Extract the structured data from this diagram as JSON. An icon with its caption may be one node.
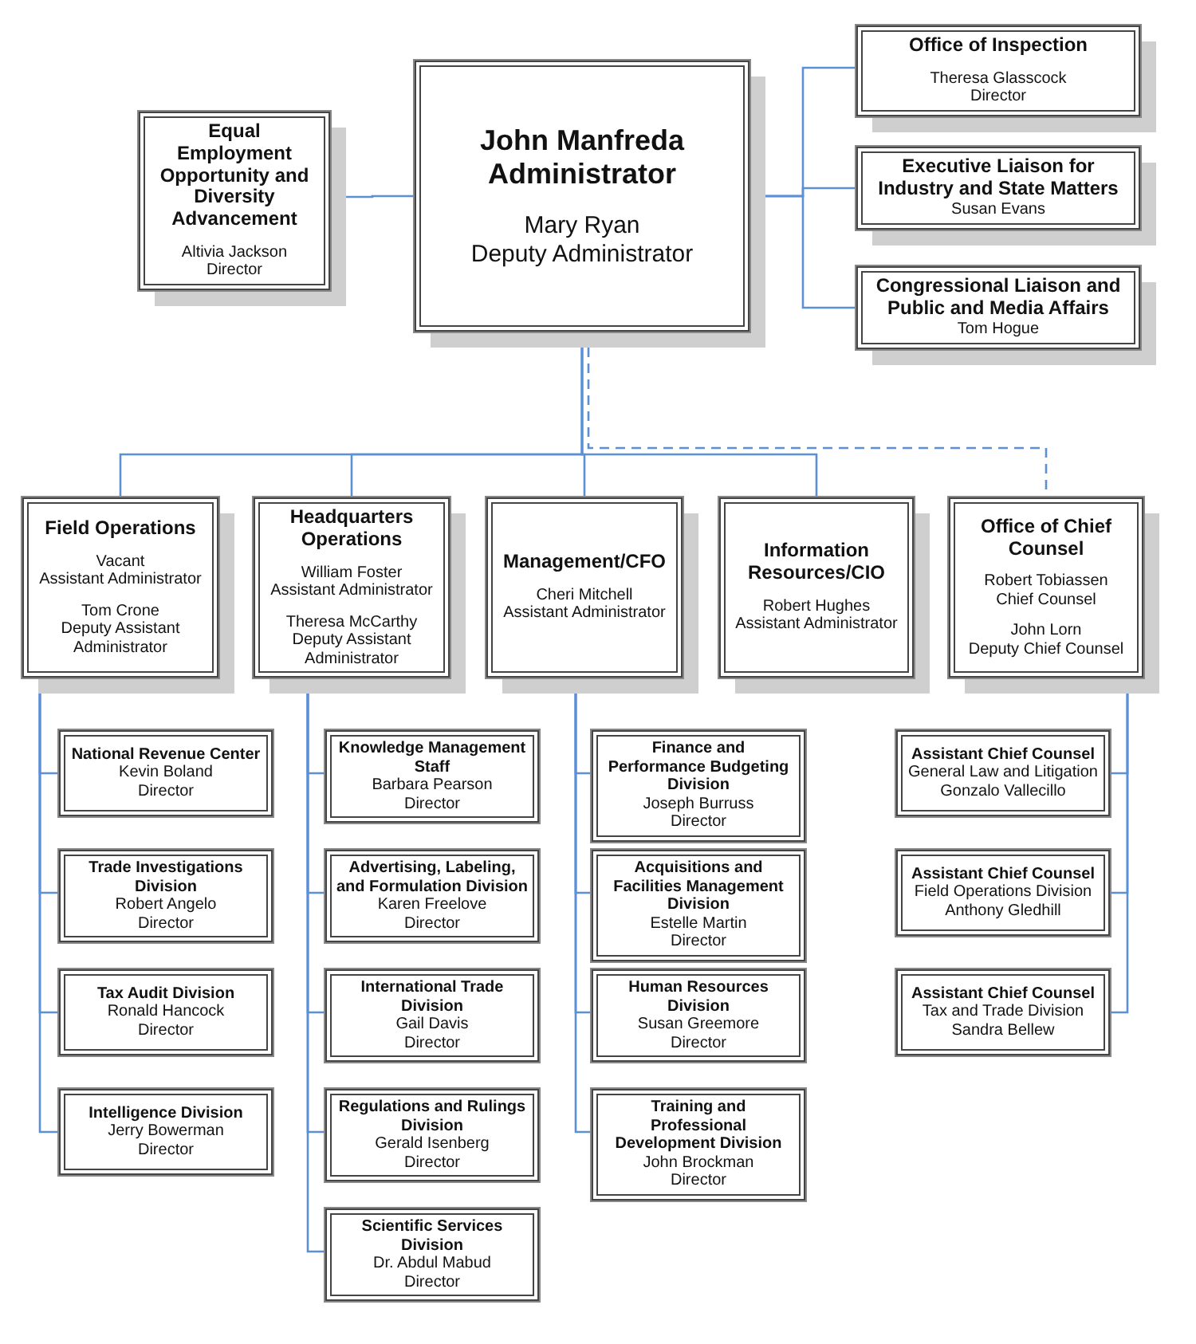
{
  "diagram": {
    "nodes": [
      {
        "text": [
          "John Manfreda Administrator",
          "Mary Ryan",
          "Deputy Administrator"
        ]
      },
      {
        "text": [
          "Equal Employment Opportunity and Diversity Advancement",
          "Altivia Jackson",
          "Director"
        ]
      },
      {
        "text": [
          "Office of Inspection",
          "Theresa Glasscock",
          "Director"
        ]
      },
      {
        "text": [
          "Executive Liaison for Industry and State Matters",
          "Susan Evans"
        ]
      },
      {
        "text": [
          "Congressional Liaison and Public and Media Affairs",
          "Tom Hogue"
        ]
      },
      {
        "text": [
          "Field Operations",
          "Vacant",
          "Assistant Administrator",
          "Tom Crone",
          "Deputy Assistant Administrator"
        ]
      },
      {
        "text": [
          "Headquarters Operations",
          "William Foster",
          "Assistant Administrator",
          "Theresa McCarthy",
          "Deputy Assistant Administrator"
        ]
      },
      {
        "text": [
          "Management/CFO",
          "Cheri Mitchell",
          "Assistant Administrator"
        ]
      },
      {
        "text": [
          "Information Resources/CIO",
          "Robert Hughes",
          "Assistant Administrator"
        ]
      },
      {
        "text": [
          "Office of Chief Counsel",
          "Robert Tobiassen",
          "Chief Counsel",
          "John Lorn",
          "Deputy Chief Counsel"
        ]
      },
      {
        "text": [
          "National Revenue Center",
          "Kevin Boland",
          "Director"
        ]
      },
      {
        "text": [
          "Trade Investigations Division",
          "Robert Angelo",
          "Director"
        ]
      },
      {
        "text": [
          "Tax Audit Division",
          "Ronald Hancock",
          "Director"
        ]
      },
      {
        "text": [
          "Intelligence Division",
          "Jerry Bowerman",
          "Director"
        ]
      },
      {
        "text": [
          "Knowledge Management Staff",
          "Barbara Pearson",
          "Director"
        ]
      },
      {
        "text": [
          "Advertising, Labeling, and Formulation Division",
          "Karen Freelove",
          "Director"
        ]
      },
      {
        "text": [
          "International Trade Division",
          "Gail Davis",
          "Director"
        ]
      },
      {
        "text": [
          "Regulations and Rulings Division",
          "Gerald Isenberg",
          "Director"
        ]
      },
      {
        "text": [
          "Scientific Services Division",
          "Dr. Abdul Mabud",
          "Director"
        ]
      },
      {
        "text": [
          "Finance and Performance Budgeting Division",
          "Joseph Burruss",
          "Director"
        ]
      },
      {
        "text": [
          "Acquisitions and Facilities Management Division",
          "Estelle Martin",
          "Director"
        ]
      },
      {
        "text": [
          "Human Resources Division",
          "Susan Greemore",
          "Director"
        ]
      },
      {
        "text": [
          "Training and Professional Development Division",
          "John Brockman",
          "Director"
        ]
      },
      {
        "text": [
          "Assistant Chief Counsel",
          "General Law and Litigation",
          "Gonzalo Vallecillo"
        ]
      },
      {
        "text": [
          "Assistant Chief Counsel",
          "Field Operations Division",
          "Anthony Gledhill"
        ]
      },
      {
        "text": [
          "Assistant Chief Counsel",
          "Tax and Trade Division",
          "Sandra Bellew"
        ]
      }
    ],
    "edges": [
      {
        "from": 0,
        "to": 1,
        "arrow": "none"
      },
      {
        "from": 0,
        "to": 2,
        "arrow": "none"
      },
      {
        "from": 0,
        "to": 3,
        "arrow": "none"
      },
      {
        "from": 0,
        "to": 4,
        "arrow": "none"
      },
      {
        "from": 0,
        "to": 5,
        "arrow": "none"
      },
      {
        "from": 0,
        "to": 6,
        "arrow": "none"
      },
      {
        "from": 0,
        "to": 7,
        "arrow": "none"
      },
      {
        "from": 0,
        "to": 8,
        "arrow": "none"
      },
      {
        "from": 0,
        "to": 9,
        "arrow": "none",
        "style": "dashed"
      },
      {
        "from": 5,
        "to": 10,
        "arrow": "none"
      },
      {
        "from": 5,
        "to": 11,
        "arrow": "none"
      },
      {
        "from": 5,
        "to": 12,
        "arrow": "none"
      },
      {
        "from": 5,
        "to": 13,
        "arrow": "none"
      },
      {
        "from": 6,
        "to": 14,
        "arrow": "none"
      },
      {
        "from": 6,
        "to": 15,
        "arrow": "none"
      },
      {
        "from": 6,
        "to": 16,
        "arrow": "none"
      },
      {
        "from": 6,
        "to": 17,
        "arrow": "none"
      },
      {
        "from": 6,
        "to": 18,
        "arrow": "none"
      },
      {
        "from": 7,
        "to": 19,
        "arrow": "none"
      },
      {
        "from": 7,
        "to": 20,
        "arrow": "none"
      },
      {
        "from": 7,
        "to": 21,
        "arrow": "none"
      },
      {
        "from": 7,
        "to": 22,
        "arrow": "none"
      },
      {
        "from": 9,
        "to": 23,
        "arrow": "none"
      },
      {
        "from": 9,
        "to": 24,
        "arrow": "none"
      },
      {
        "from": 9,
        "to": 25,
        "arrow": "none"
      }
    ]
  }
}
